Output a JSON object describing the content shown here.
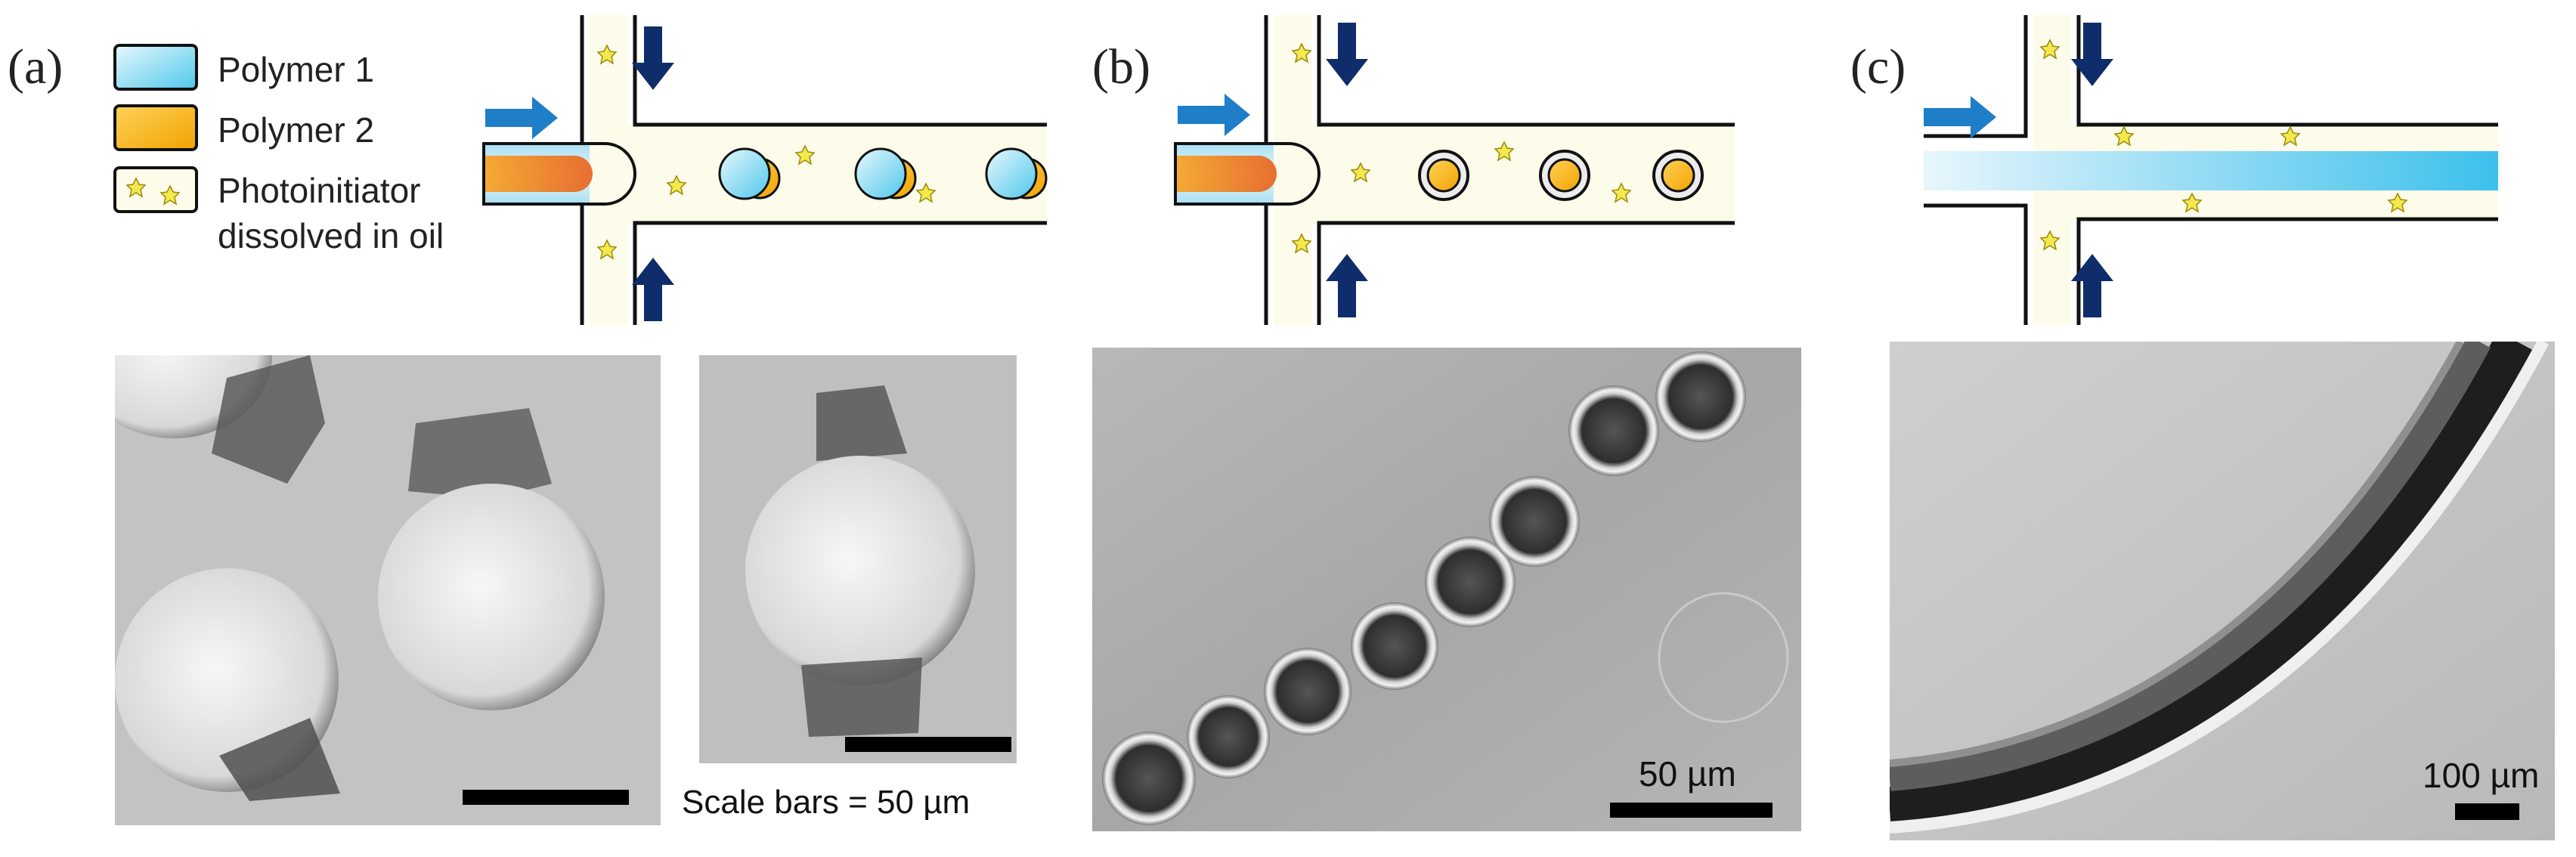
{
  "panels": [
    {
      "label": "(a)"
    },
    {
      "label": "(b)"
    },
    {
      "label": "(c)"
    }
  ],
  "legend": {
    "items": [
      {
        "icon": "polymer-1-swatch",
        "label": "Polymer 1",
        "color": "#6fd2ee"
      },
      {
        "icon": "polymer-2-swatch",
        "label": "Polymer 2",
        "color": "#f7b21e"
      },
      {
        "icon": "photoinitiator-swatch",
        "label_line1": "Photoinitiator",
        "label_line2": "dissolved in oil",
        "color": "#f3e84c"
      }
    ]
  },
  "scale_bars": {
    "b": "50 µm",
    "c": "100 µm"
  },
  "caption": "Scale bars = 50 µm",
  "colors": {
    "oil": "#fdfbea",
    "channel_wall": "#1a1a1a",
    "inlet_arrow": "#1e7ec8",
    "oil_arrow": "#0f2d6b",
    "micrograph_bg": "#bdbdbd"
  }
}
